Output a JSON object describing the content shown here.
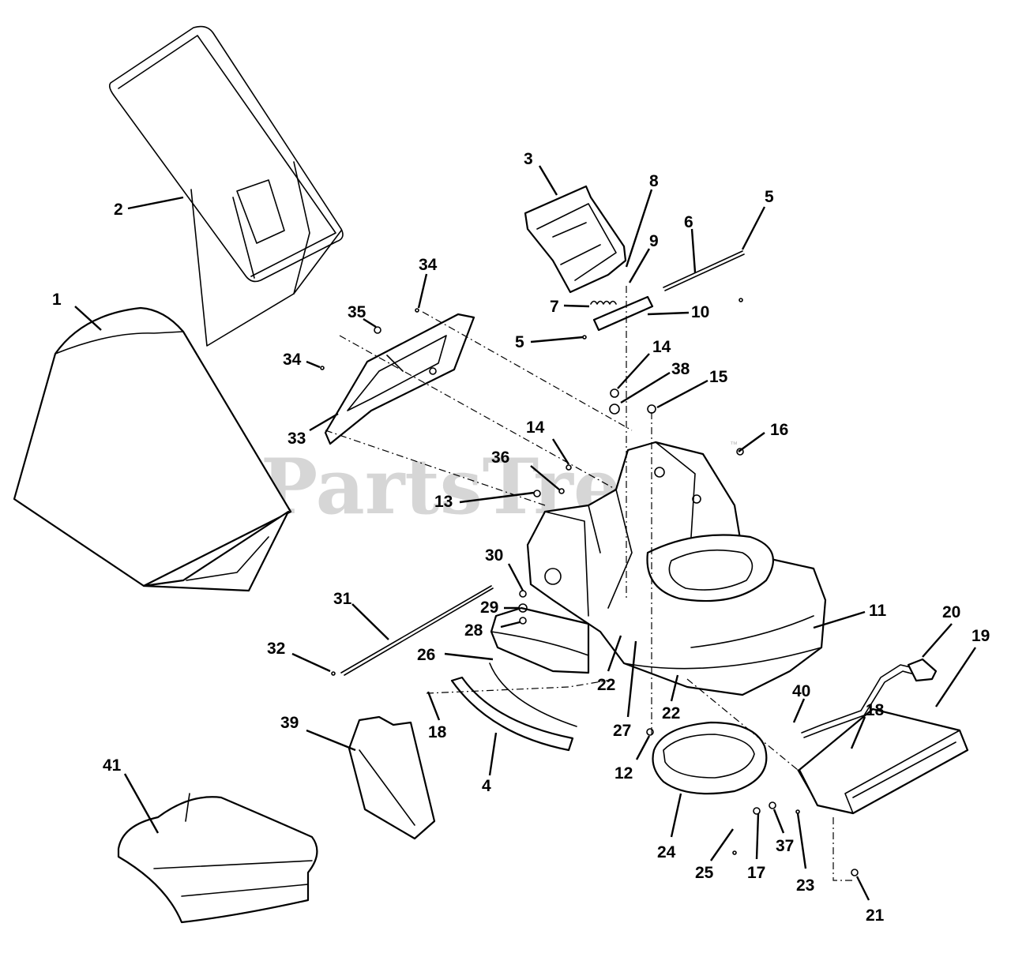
{
  "watermark": {
    "text": "PartsTree",
    "trademark": "™"
  },
  "callouts": [
    {
      "id": "c1",
      "label": "1"
    },
    {
      "id": "c2",
      "label": "2"
    },
    {
      "id": "c3",
      "label": "3"
    },
    {
      "id": "c8",
      "label": "8"
    },
    {
      "id": "c5a",
      "label": "5"
    },
    {
      "id": "c6",
      "label": "6"
    },
    {
      "id": "c9",
      "label": "9"
    },
    {
      "id": "c34a",
      "label": "34"
    },
    {
      "id": "c35",
      "label": "35"
    },
    {
      "id": "c7",
      "label": "7"
    },
    {
      "id": "c10",
      "label": "10"
    },
    {
      "id": "c5b",
      "label": "5"
    },
    {
      "id": "c34b",
      "label": "34"
    },
    {
      "id": "c14a",
      "label": "14"
    },
    {
      "id": "c38",
      "label": "38"
    },
    {
      "id": "c15",
      "label": "15"
    },
    {
      "id": "c33",
      "label": "33"
    },
    {
      "id": "c16",
      "label": "16"
    },
    {
      "id": "c14b",
      "label": "14"
    },
    {
      "id": "c36",
      "label": "36"
    },
    {
      "id": "c13",
      "label": "13"
    },
    {
      "id": "c30",
      "label": "30"
    },
    {
      "id": "c31",
      "label": "31"
    },
    {
      "id": "c29",
      "label": "29"
    },
    {
      "id": "c28",
      "label": "28"
    },
    {
      "id": "c11",
      "label": "11"
    },
    {
      "id": "c20",
      "label": "20"
    },
    {
      "id": "c32",
      "label": "32"
    },
    {
      "id": "c26",
      "label": "26"
    },
    {
      "id": "c19",
      "label": "19"
    },
    {
      "id": "c22a",
      "label": "22"
    },
    {
      "id": "c22b",
      "label": "22"
    },
    {
      "id": "c40",
      "label": "40"
    },
    {
      "id": "c18a",
      "label": "18"
    },
    {
      "id": "c18b",
      "label": "18"
    },
    {
      "id": "c27",
      "label": "27"
    },
    {
      "id": "c39",
      "label": "39"
    },
    {
      "id": "c12",
      "label": "12"
    },
    {
      "id": "c41",
      "label": "41"
    },
    {
      "id": "c4",
      "label": "4"
    },
    {
      "id": "c24",
      "label": "24"
    },
    {
      "id": "c37",
      "label": "37"
    },
    {
      "id": "c25",
      "label": "25"
    },
    {
      "id": "c17",
      "label": "17"
    },
    {
      "id": "c23",
      "label": "23"
    },
    {
      "id": "c21",
      "label": "21"
    }
  ]
}
